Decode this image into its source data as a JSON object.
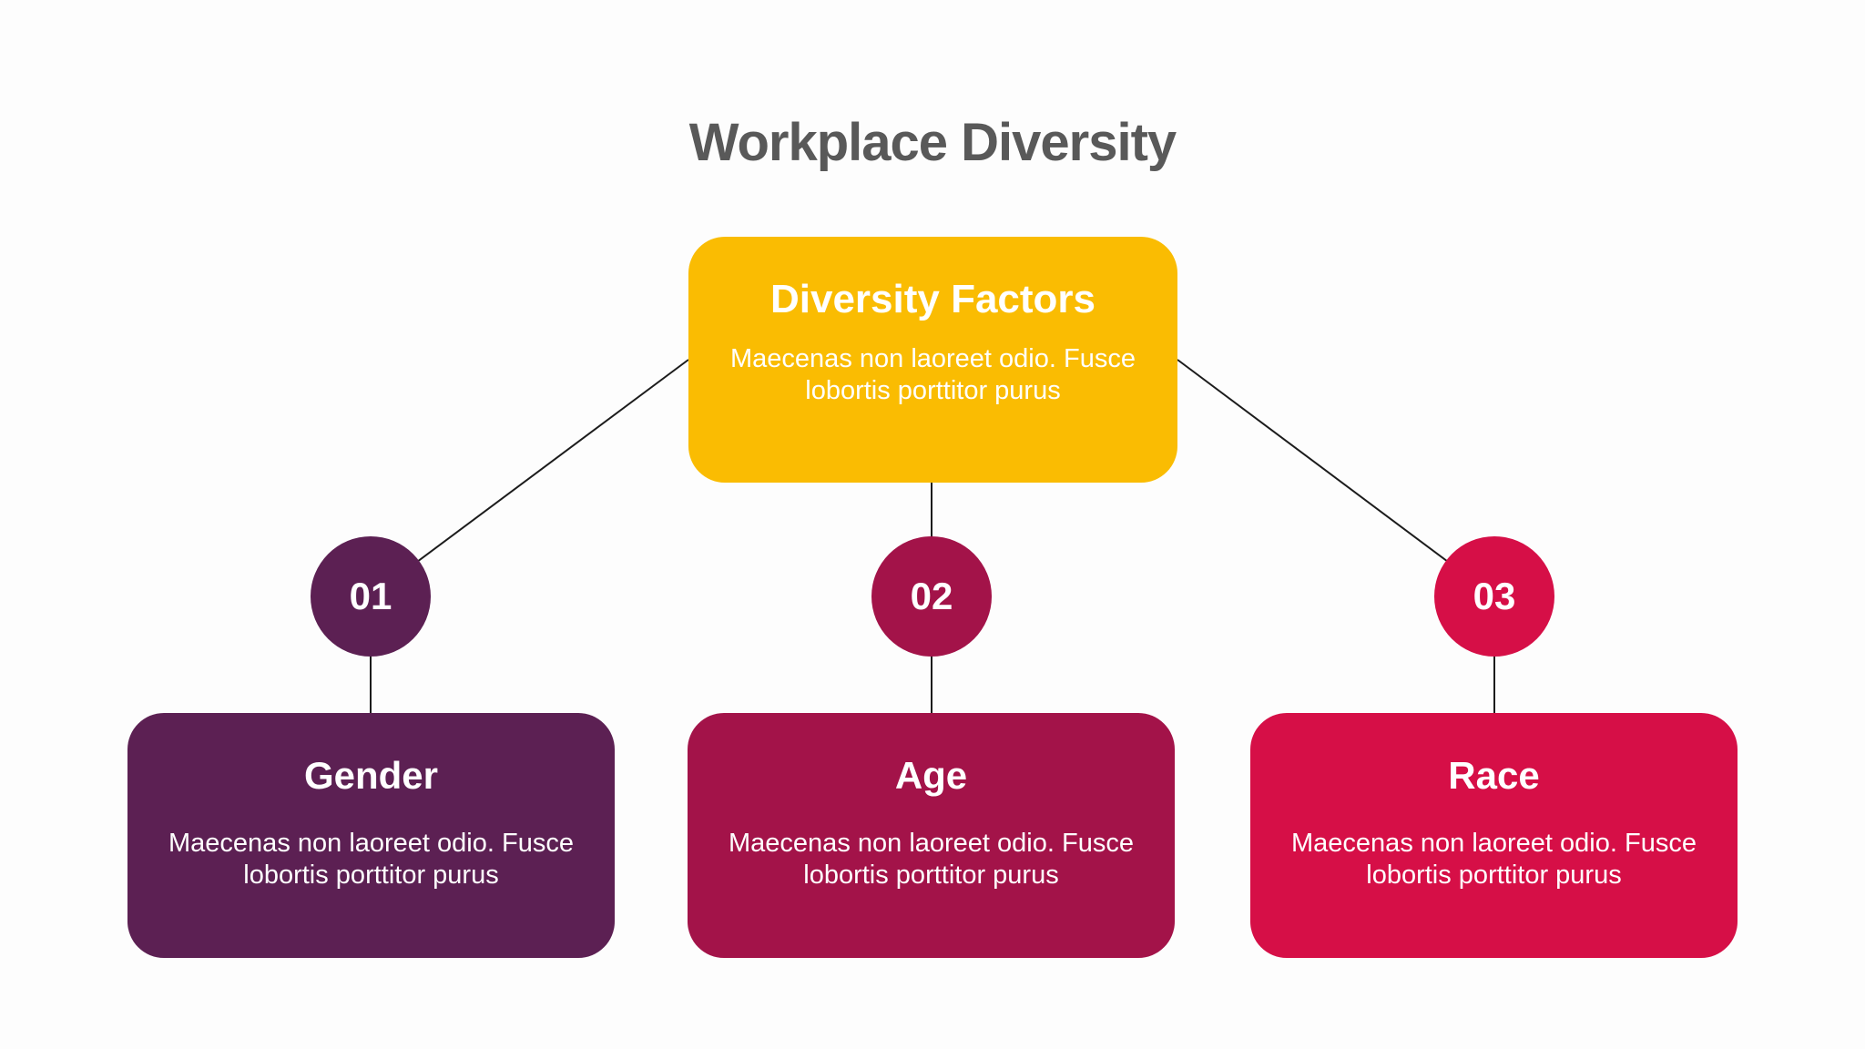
{
  "slide": {
    "title": "Workplace Diversity",
    "title_color": "#595959",
    "background_color": "#fdfdfd",
    "connector_color": "#1c1c1c"
  },
  "root": {
    "title": "Diversity Factors",
    "body": "Maecenas non laoreet odio. Fusce lobortis porttitor purus",
    "fill_color": "#FABC02",
    "text_color": "#ffffff"
  },
  "branches": [
    {
      "number": "01",
      "title": "Gender",
      "body": "Maecenas non laoreet odio. Fusce lobortis porttitor purus",
      "fill_color": "#5C2053"
    },
    {
      "number": "02",
      "title": "Age",
      "body": "Maecenas non laoreet odio. Fusce lobortis porttitor purus",
      "fill_color": "#A31349"
    },
    {
      "number": "03",
      "title": "Race",
      "body": "Maecenas non laoreet odio. Fusce lobortis porttitor purus",
      "fill_color": "#D60F47"
    }
  ]
}
